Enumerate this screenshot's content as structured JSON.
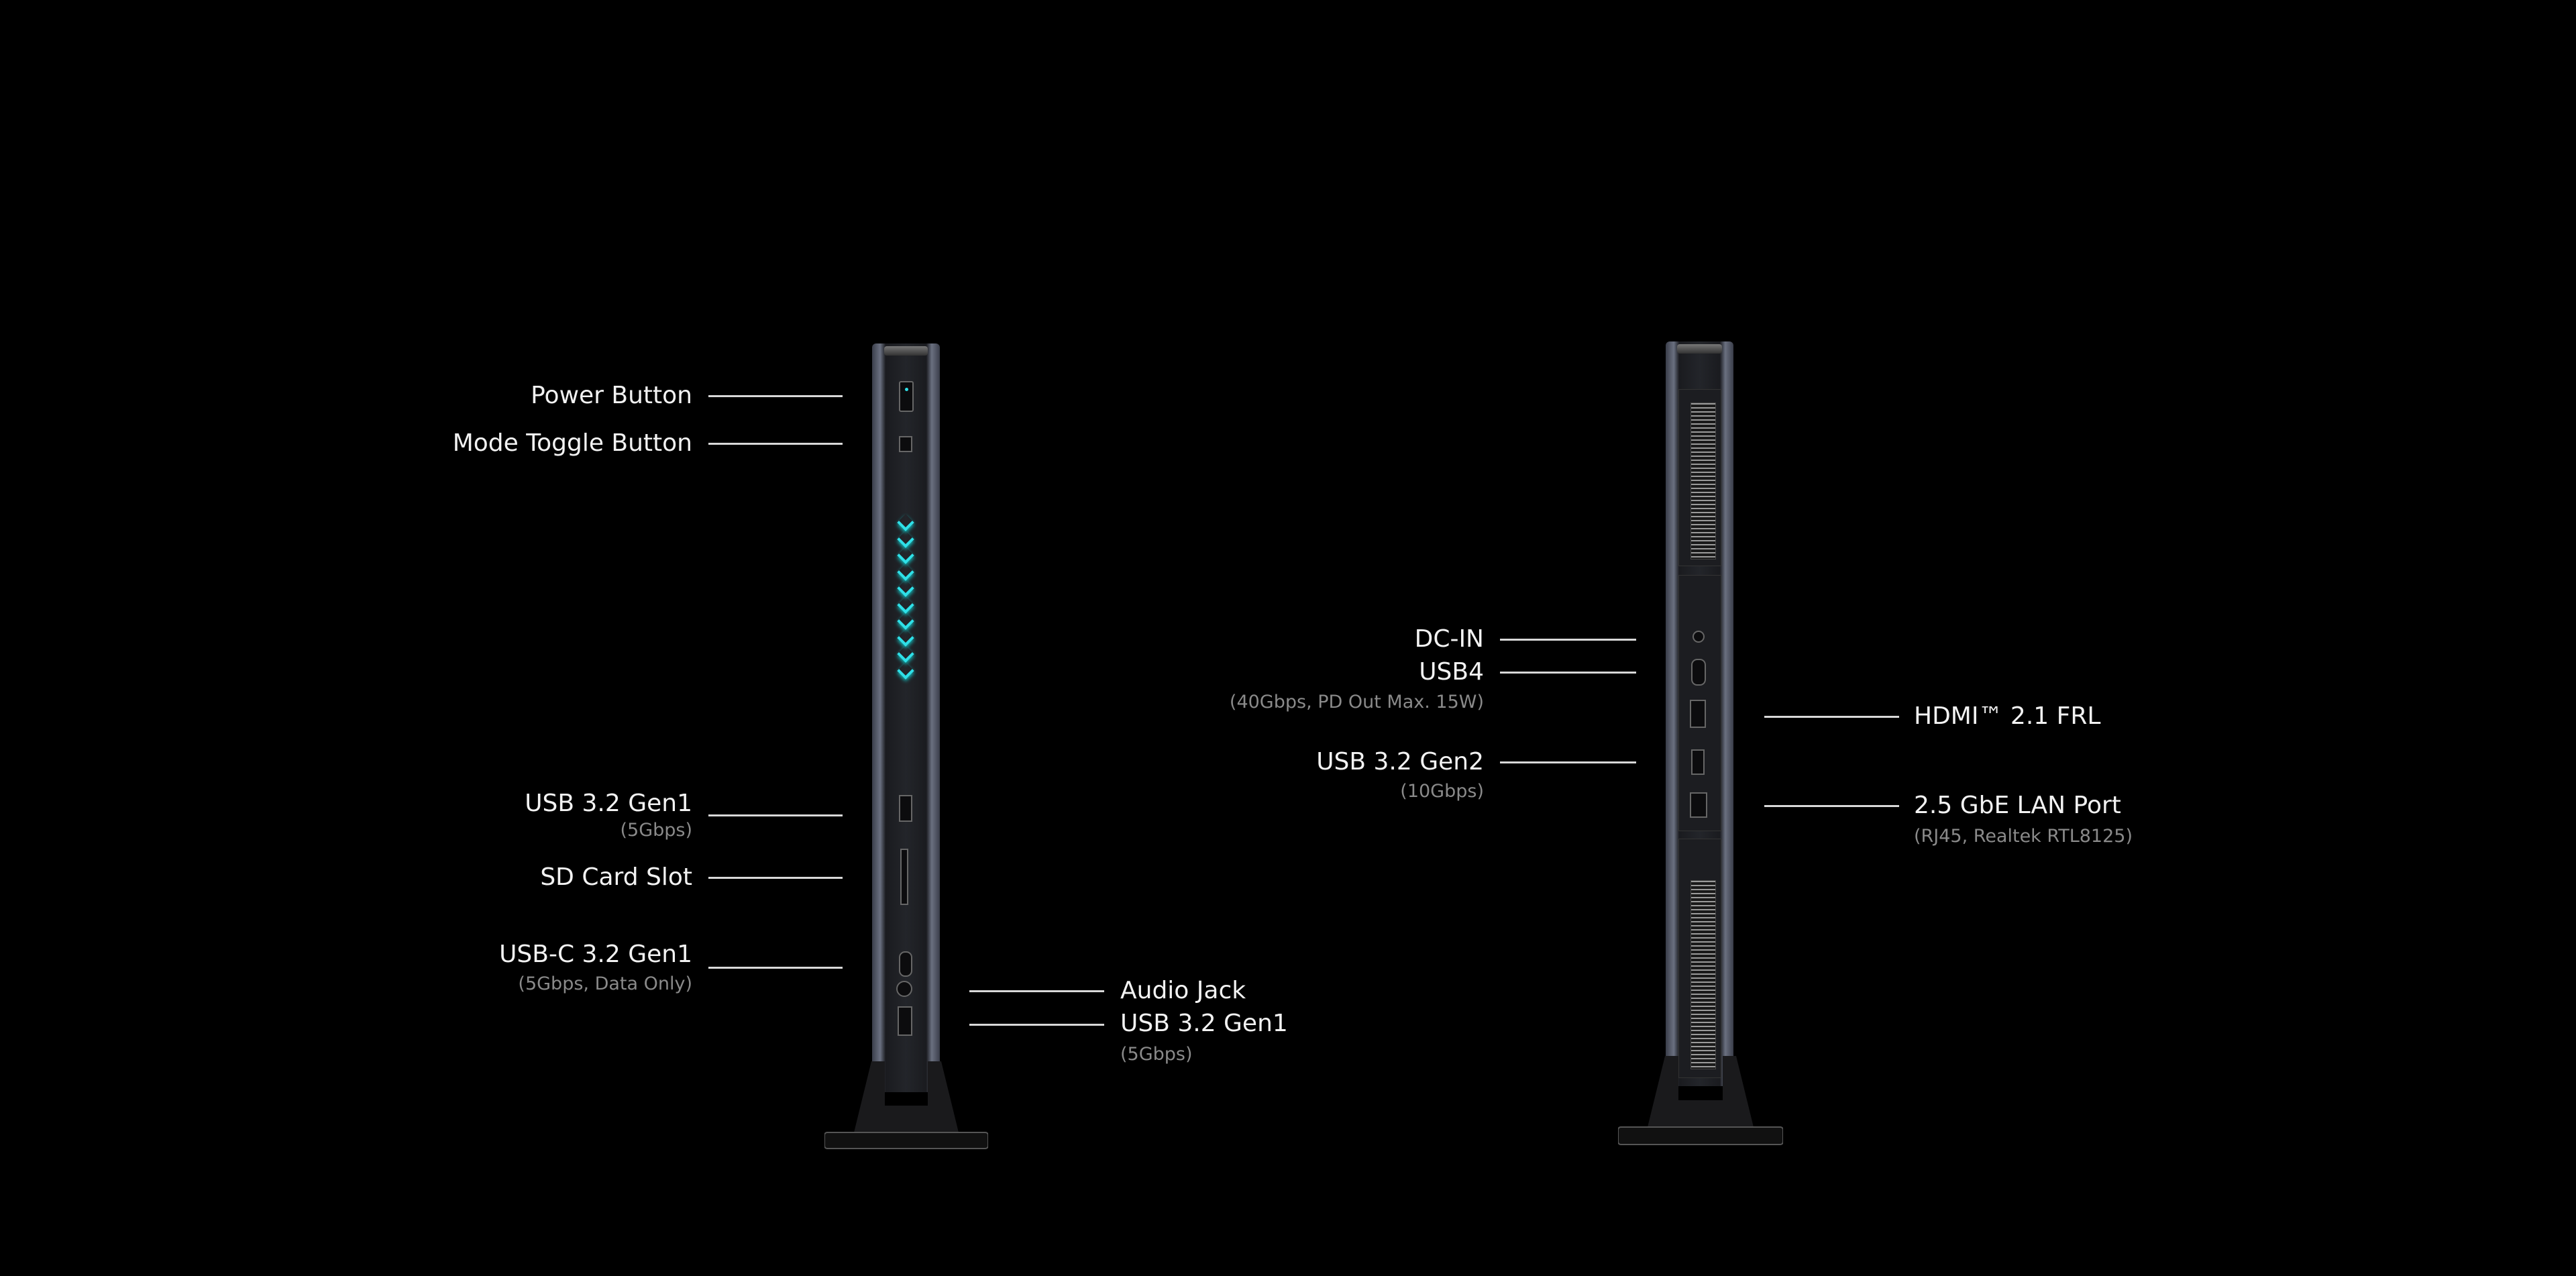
{
  "front": {
    "left_callouts": [
      {
        "label": "Power Button"
      },
      {
        "label": "Mode Toggle Button"
      },
      {
        "label": "USB 3.2 Gen1",
        "sub": "(5Gbps)"
      },
      {
        "label": "SD Card Slot"
      },
      {
        "label": "USB-C 3.2 Gen1",
        "sub": "(5Gbps, Data Only)"
      }
    ],
    "right_callouts": [
      {
        "label": "Audio Jack"
      },
      {
        "label": "USB 3.2 Gen1",
        "sub": "(5Gbps)"
      }
    ],
    "accent_color": "#2fe0e8"
  },
  "back": {
    "left_callouts": [
      {
        "label": "DC-IN"
      },
      {
        "label": "USB4",
        "sub": "(40Gbps, PD Out Max. 15W)"
      },
      {
        "label": "USB 3.2 Gen2",
        "sub": "(10Gbps)"
      }
    ],
    "right_callouts": [
      {
        "label": "HDMI™ 2.1 FRL"
      },
      {
        "label": "2.5 GbE LAN Port",
        "sub": "(RJ45, Realtek RTL8125)"
      }
    ]
  }
}
